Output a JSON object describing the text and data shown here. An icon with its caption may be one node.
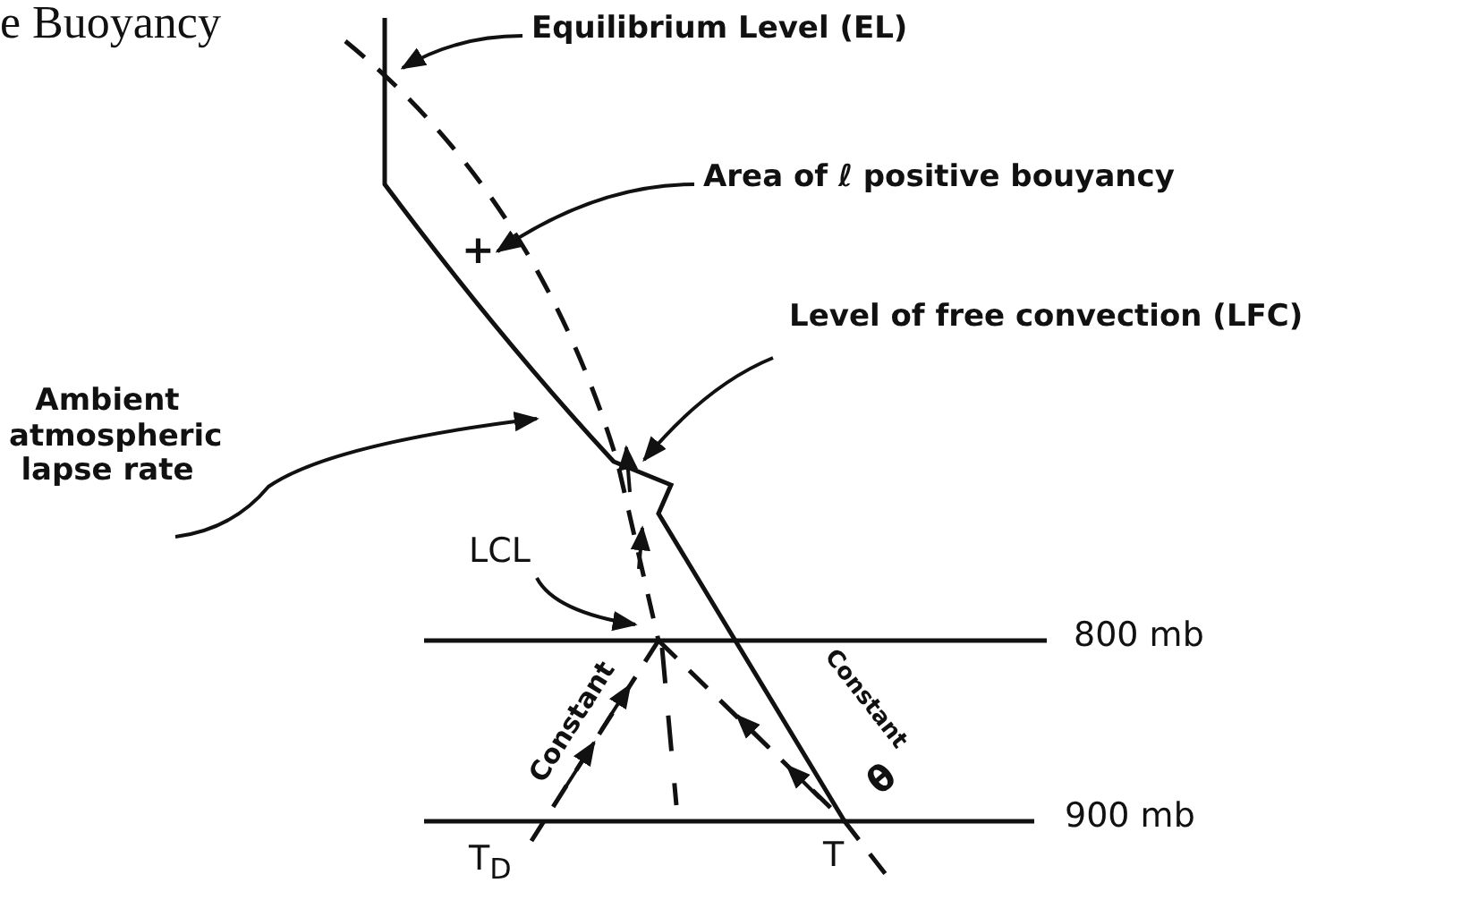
{
  "diagram": {
    "title": "e Buoyancy",
    "nodes": [
      {
        "text": [
          "Equilibrium Level (EL)"
        ]
      },
      {
        "text": [
          "Area of ℓ positive bouyancy"
        ]
      },
      {
        "text": [
          "+"
        ]
      },
      {
        "text": [
          "Level of free convection (LFC)"
        ]
      },
      {
        "text": [
          "Ambient atmospheric lapse rate"
        ]
      },
      {
        "text": [
          "LCL"
        ]
      }
    ],
    "edges": [
      {
        "from": 0,
        "to": null,
        "arrow": "to"
      },
      {
        "from": 1,
        "to": 2,
        "arrow": "to"
      },
      {
        "from": 3,
        "to": null,
        "arrow": "to"
      },
      {
        "from": 4,
        "to": null,
        "arrow": "to"
      },
      {
        "from": 5,
        "to": null,
        "arrow": "to"
      }
    ],
    "labels": [
      "Constant",
      "Constant",
      "θ",
      "800 mb",
      "900 mb",
      "T$_{D}$",
      "T"
    ]
  }
}
